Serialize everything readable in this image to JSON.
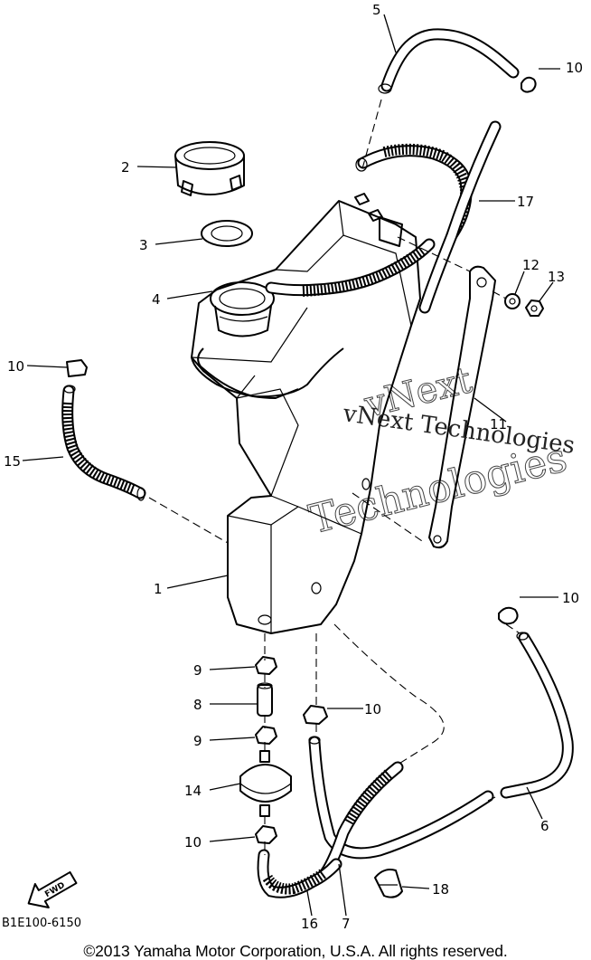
{
  "labels": {
    "p1": "1",
    "p2": "2",
    "p3": "3",
    "p4": "4",
    "p5": "5",
    "p6": "6",
    "p7": "7",
    "p8": "8",
    "p9a": "9",
    "p9b": "9",
    "p10a": "10",
    "p10b": "10",
    "p10c": "10",
    "p10d": "10",
    "p10e": "10",
    "p11": "11",
    "p12": "12",
    "p13": "13",
    "p14": "14",
    "p15": "15",
    "p16": "16",
    "p17": "17",
    "p18": "18"
  },
  "watermark": {
    "line1": "vNext Technologies",
    "outline1": "vNext",
    "outline2": "Technologies"
  },
  "fwd_label": "FWD",
  "diagram_ref": "B1E100-6150",
  "copyright": "©2013 Yamaha Motor Corporation, U.S.A. All rights reserved."
}
